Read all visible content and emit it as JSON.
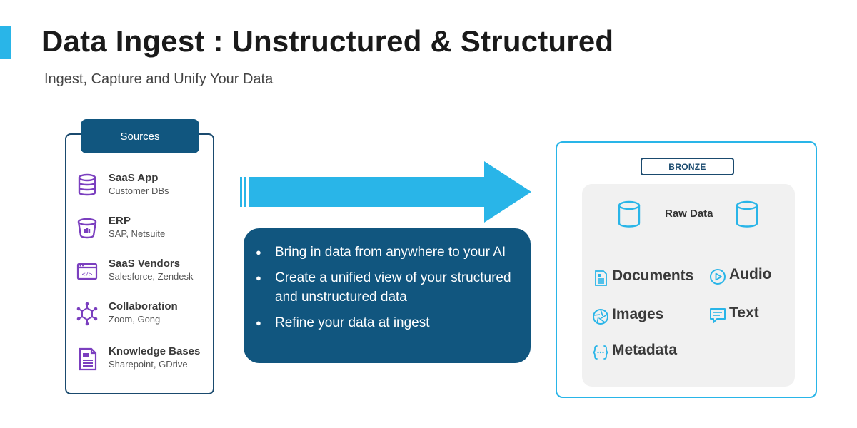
{
  "header": {
    "title": "Data Ingest : Unstructured & Structured",
    "subtitle": "Ingest, Capture and Unify Your Data"
  },
  "sources": {
    "title": "Sources",
    "items": [
      {
        "name": "SaaS App",
        "desc": "Customer DBs",
        "icon": "database-icon"
      },
      {
        "name": "ERP",
        "desc": "SAP, Netsuite",
        "icon": "bucket-icon"
      },
      {
        "name": "SaaS Vendors",
        "desc": "Salesforce, Zendesk",
        "icon": "code-window-icon"
      },
      {
        "name": "Collaboration",
        "desc": "Zoom, Gong",
        "icon": "network-hub-icon"
      },
      {
        "name": "Knowledge Bases",
        "desc": "Sharepoint, GDrive",
        "icon": "document-icon"
      }
    ]
  },
  "bullets": [
    "Bring in data from anywhere to your AI",
    "Create a unified view of your structured and unstructured data",
    "Refine your data at ingest"
  ],
  "bronze": {
    "label": "BRONZE",
    "raw_label": "Raw Data",
    "types": {
      "documents": "Documents",
      "audio": "Audio",
      "images": "Images",
      "text": "Text",
      "metadata": "Metadata"
    }
  },
  "colors": {
    "accent": "#29b5e8",
    "navy": "#11567f",
    "purple": "#7b3fbf",
    "panel_gray": "#f1f1f1"
  }
}
